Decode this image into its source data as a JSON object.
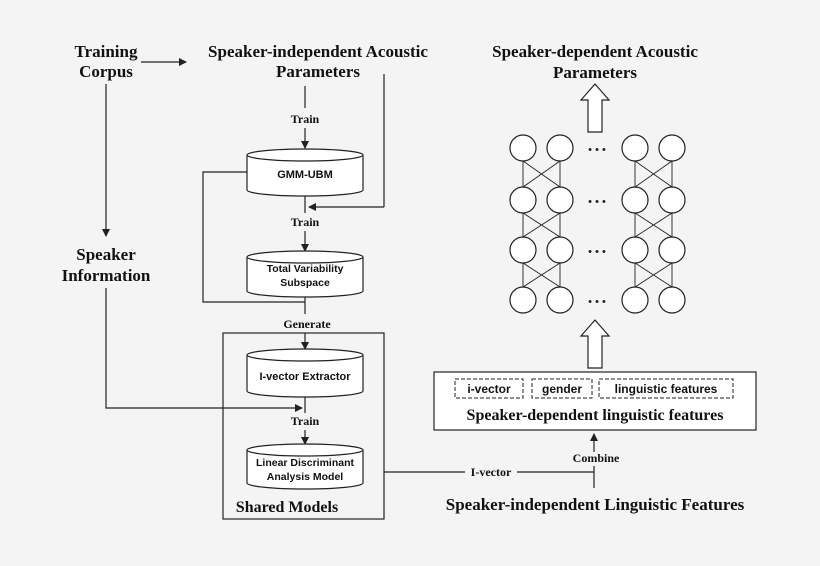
{
  "labels": {
    "training_corpus": [
      "Training",
      "Corpus"
    ],
    "si_acoustic": [
      "Speaker-independent Acoustic",
      "Parameters"
    ],
    "sd_acoustic": [
      "Speaker-dependent Acoustic",
      "Parameters"
    ],
    "speaker_info": [
      "Speaker",
      "Information"
    ],
    "train_1": "Train",
    "train_2": "Train",
    "train_3": "Train",
    "generate": "Generate",
    "gmm_ubm": "GMM-UBM",
    "tvs": [
      "Total Variability",
      "Subspace"
    ],
    "ivector_extractor": "I-vector Extractor",
    "lda": [
      "Linear Discriminant",
      "Analysis Model"
    ],
    "shared_models": "Shared Models",
    "ivector_edge": "I-vector",
    "combine": "Combine",
    "si_linguistic": "Speaker-independent Linguistic Features",
    "sd_linguistic": "Speaker-dependent linguistic features",
    "feature_tags": [
      "i-vector",
      "gender",
      "linguistic features"
    ],
    "dots": "• • •"
  },
  "colors": {
    "stroke": "#222222",
    "background": "#f4f4f4",
    "node_fill": "#ffffff"
  }
}
